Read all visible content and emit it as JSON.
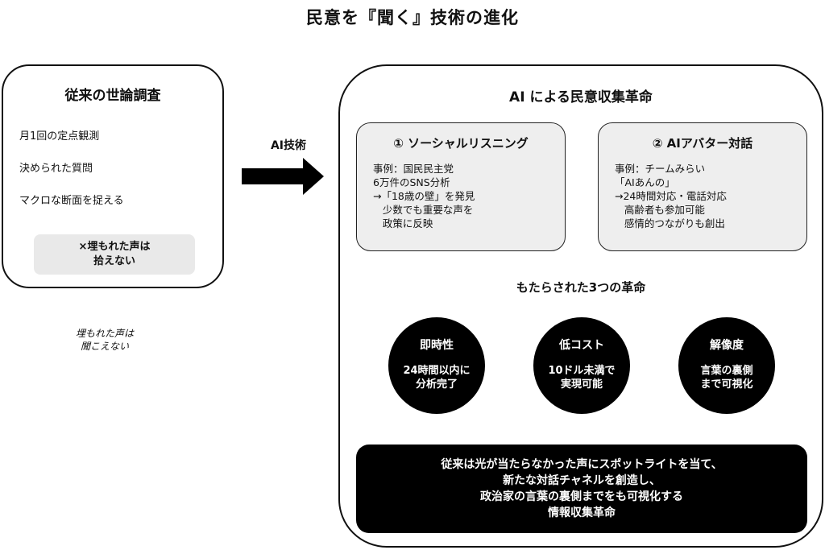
{
  "title": "民意を『聞く』技術の進化",
  "left_box": {
    "heading": "従来の世論調査",
    "items": [
      "月1回の定点観測",
      "決められた質問",
      "マクロな断面を捉える"
    ],
    "note_lines": [
      "×埋もれた声は",
      "拾えない"
    ]
  },
  "italic_note_lines": [
    "埋もれた声は",
    "聞こえない"
  ],
  "arrow": {
    "label": "AI技術"
  },
  "right_box": {
    "heading": "AI による民意収集革命",
    "cards": [
      {
        "title": "① ソーシャルリスニング",
        "lines": [
          "事例：国民民主党",
          "6万件のSNS分析",
          "",
          "→「18歳の壁」を発見",
          "   少数でも重要な声を",
          "   政策に反映"
        ]
      },
      {
        "title": "② AIアバター対話",
        "lines": [
          "事例：チームみらい",
          "「AIあんの」",
          "",
          "→24時間対応・電話対応",
          "   高齢者も参加可能",
          "   感情的つながりも創出"
        ]
      }
    ],
    "sub_heading": "もたらされた3つの革命",
    "revolutions": [
      {
        "title": "即時性",
        "body": [
          "24時間以内に",
          "分析完了"
        ]
      },
      {
        "title": "低コスト",
        "body": [
          "10ドル未満で",
          "実現可能"
        ]
      },
      {
        "title": "解像度",
        "body": [
          "言葉の裏側",
          "まで可視化"
        ]
      }
    ],
    "summary_lines": [
      "従来は光が当たらなかった声にスポットライトを当て、",
      "新たな対話チャネルを創造し、",
      "政治家の言葉の裏側までをも可視化する",
      "情報収集革命"
    ]
  }
}
